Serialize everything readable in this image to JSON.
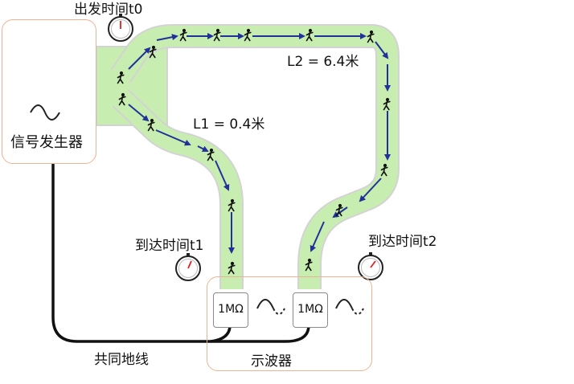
{
  "labels": {
    "generator": "信号发生器",
    "start_time": "出发时间t0",
    "arrive_t1": "到达时间t1",
    "arrive_t2": "到达时间t2",
    "l1": "L1 = 0.4米",
    "l2": "L2 = 6.4米",
    "impedance_1": "1MΩ",
    "impedance_2": "1MΩ",
    "common_ground": "共同地线",
    "oscilloscope": "示波器"
  },
  "colors": {
    "path_fill": "#c7eeb0",
    "path_border": "#d3d3d3",
    "arrow": "#22319a",
    "box_border": "#eab494",
    "clock_hand": "#e02020",
    "ground_wire": "#111111"
  },
  "icons": [
    "walker-icon",
    "stopwatch-icon",
    "sine-wave-icon"
  ]
}
